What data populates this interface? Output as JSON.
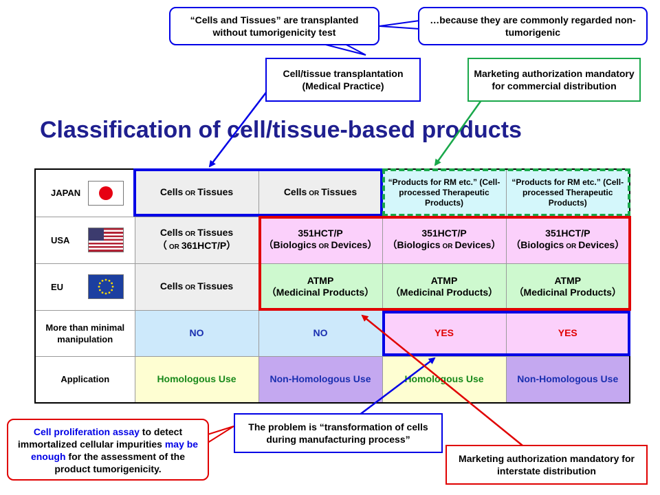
{
  "title": "Classification of cell/tissue-based products",
  "callouts": {
    "top_left": "“Cells and Tissues” are transplanted without tumorigenicity test",
    "top_right": "…because they are commonly regarded non-tumorigenic",
    "medical_practice": "Cell/tissue transplantation (Medical Practice)",
    "marketing_commercial": "Marketing authorization mandatory for commercial distribution",
    "problem": "The problem is “transformation of cells during manufacturing process”",
    "marketing_interstate": "Marketing authorization mandatory for interstate distribution",
    "assay_part1": "Cell proliferation assay",
    "assay_part2": " to detect immortalized cellular impurities ",
    "assay_part3": "may be enough",
    "assay_part4": " for the assessment of the product tumorigenicity."
  },
  "table": {
    "rows": {
      "japan": "JAPAN",
      "usa": "USA",
      "eu": "EU",
      "manipulation": "More than minimal manipulation",
      "application": "Application"
    },
    "or": "OR",
    "cells": "Cells",
    "tissues": "Tissues",
    "usa_col1_line2": "361HCT/P）",
    "usa_col1_open": "（",
    "rm_products": "“Products for RM etc.” (Cell-processed Therapeutic Products)",
    "hctp": "351HCT/P",
    "biologics_open": "（Biologics",
    "devices_close": "Devices）",
    "atmp": "ATMP",
    "medicinal": "（Medicinal Products）",
    "manipulation_values": [
      "NO",
      "NO",
      "YES",
      "YES"
    ],
    "application_values": [
      "Homologous Use",
      "Non-Homologous Use",
      "Homologous Use",
      "Non-Homologous Use"
    ]
  },
  "colors": {
    "blue": "#0000e6",
    "red": "#e00000",
    "green": "#19a84a"
  }
}
